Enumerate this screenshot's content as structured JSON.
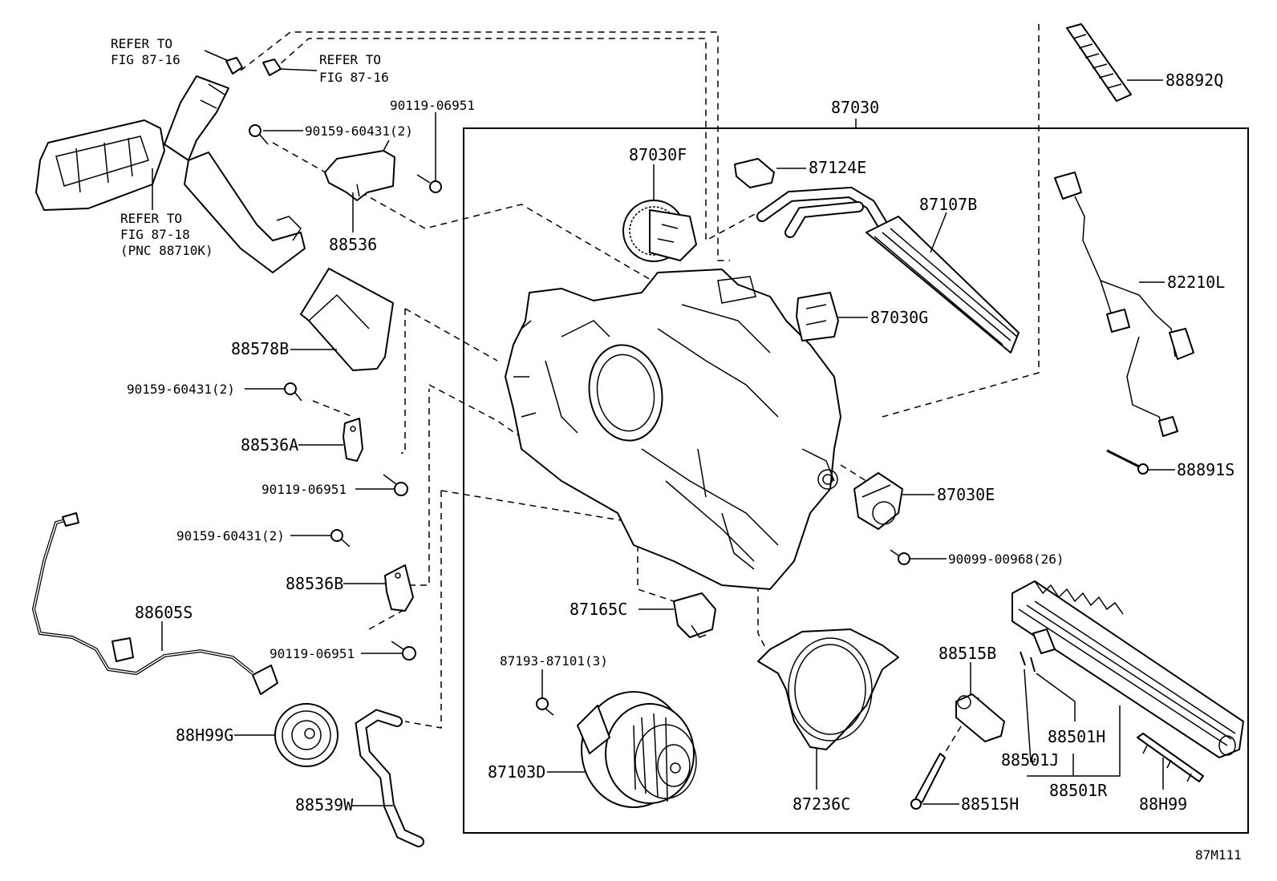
{
  "diagram": {
    "figure_id": "87M111",
    "assembly_label": "87030",
    "references": {
      "ref1_line1": "REFER TO",
      "ref1_line2": "FIG 87-16",
      "ref2_line1": "REFER TO",
      "ref2_line2": "FIG 87-16",
      "ref3_line1": "REFER TO",
      "ref3_line2": "FIG 87-18",
      "ref3_line3": "(PNC 88710K)"
    },
    "labels": {
      "p90119_06951_a": "90119-06951",
      "p90159_60431_a": "90159-60431(2)",
      "p88536": "88536",
      "p88578b": "88578B",
      "p90159_60431_b": "90159-60431(2)",
      "p88536a": "88536A",
      "p90119_06951_b": "90119-06951",
      "p90159_60431_c": "90159-60431(2)",
      "p88536b": "88536B",
      "p88605s": "88605S",
      "p90119_06951_c": "90119-06951",
      "p88h99g": "88H99G",
      "p88539w": "88539W",
      "p87030f": "87030F",
      "p87124e": "87124E",
      "p87107b": "87107B",
      "p87030g": "87030G",
      "p87030e": "87030E",
      "p90099_00968": "90099-00968(26)",
      "p87165c": "87165C",
      "p87193_87101": "87193-87101(3)",
      "p87103d": "87103D",
      "p87236c": "87236C",
      "p88515b": "88515B",
      "p88515h": "88515H",
      "p88501h": "88501H",
      "p88501j": "88501J",
      "p88501r": "88501R",
      "p88h99": "88H99",
      "p88892q": "88892Q",
      "p82210l": "82210L",
      "p88891s": "88891S"
    }
  }
}
